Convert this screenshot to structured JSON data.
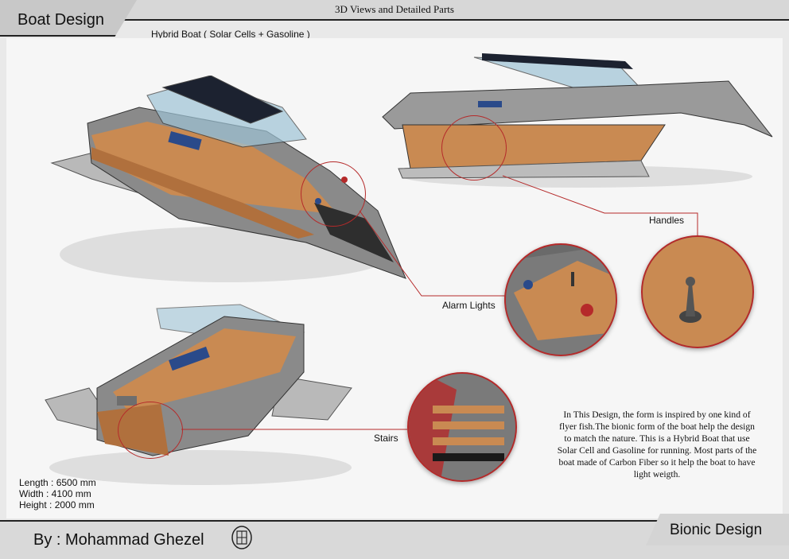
{
  "header": {
    "top_title": "3D Views and Detailed Parts",
    "section_title": "Boat Design",
    "subtitle": "Hybrid Boat ( Solar Cells + Gasoline )"
  },
  "callouts": {
    "handles": "Handles",
    "alarm_lights": "Alarm Lights",
    "stairs": "Stairs"
  },
  "specs": {
    "length": "Length : 6500 mm",
    "width": "Width : 4100 mm",
    "height": "Height : 2000 mm"
  },
  "description": "In This Design, the form is inspired by one kind of flyer fish.The bionic form of the boat help the design to match the nature. This is a Hybrid Boat that use Solar Cell and Gasoline for running. Most parts of the boat made of Carbon Fiber so it help the boat to have light weigth.",
  "footer": {
    "author": "By : Mohammad Ghezel",
    "project": "Bionic Design"
  },
  "colors": {
    "accent_red": "#b52a2a",
    "hull_grey": "#8a8a8a",
    "deck_wood": "#c98a52",
    "panel_blue": "#2a4a8a"
  }
}
